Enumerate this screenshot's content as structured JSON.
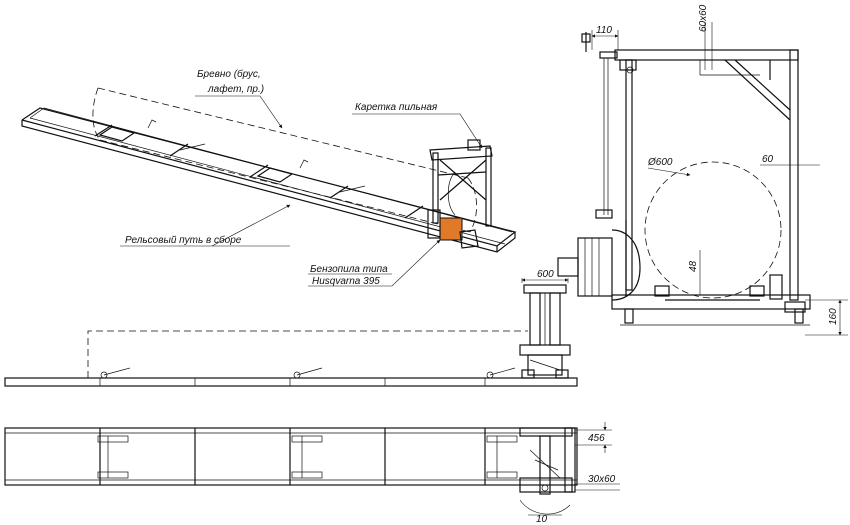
{
  "labels": {
    "log": "Бревно (брус, лафет, пр.)",
    "log_line1": "Бревно (брус,",
    "log_line2": "лафет, пр.)",
    "carriage": "Каретка пильная",
    "rail": "Рельсовый путь в сборе",
    "chainsaw_line1": "Бензопила типа",
    "chainsaw_line2": "Husqvarna 395"
  },
  "dimensions": {
    "d110": "110",
    "d60x60": "60x60",
    "d600_dia": "Ø600",
    "d60": "60",
    "d48": "48",
    "d600": "600",
    "d160": "160",
    "d456": "456",
    "d30x60": "30x60",
    "d10": "10"
  },
  "colors": {
    "line": "#111111",
    "saw_orange": "#e07a2a"
  }
}
